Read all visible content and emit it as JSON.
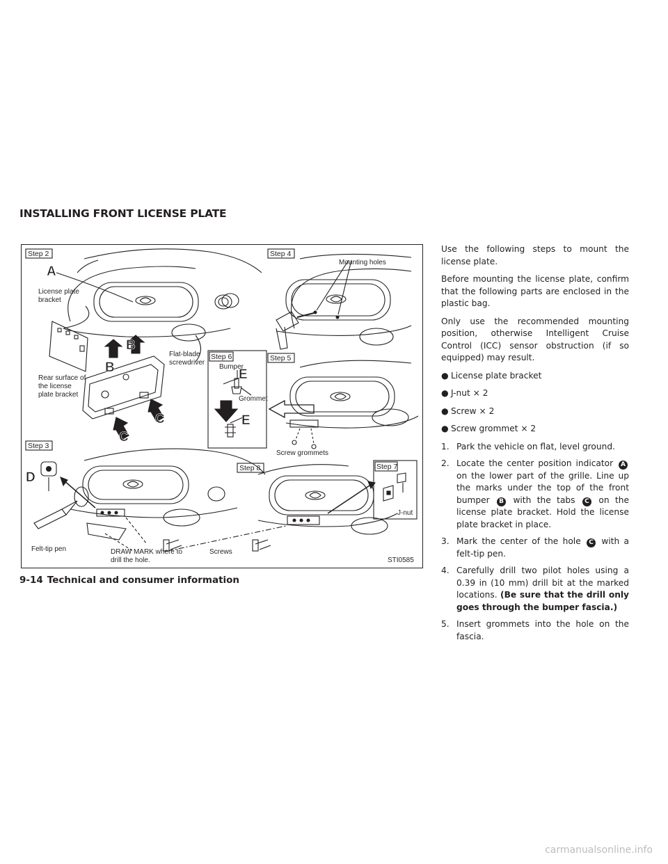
{
  "section_title": "INSTALLING FRONT LICENSE PLATE",
  "figure": {
    "steps": {
      "s2": "Step 2",
      "s3": "Step 3",
      "s4": "Step 4",
      "s5": "Step 5",
      "s6": "Step 6",
      "s7": "Step 7",
      "s8": "Step 8"
    },
    "callouts": {
      "a": "A",
      "b": "B",
      "c": "C",
      "d": "D",
      "e": "E"
    },
    "labels": {
      "license_plate_bracket_1": "License plate",
      "license_plate_bracket_2": "bracket",
      "rear_surface_1": "Rear surface of",
      "rear_surface_2": "the license",
      "rear_surface_3": "plate bracket",
      "flat_blade_1": "Flat-blade",
      "flat_blade_2": "screwdriver",
      "bumper": "Bumper",
      "grommet": "Grommet",
      "mounting_holes": "Mounting holes",
      "screw_grommets": "Screw grommets",
      "felt_tip_pen": "Felt-tip pen",
      "draw_mark_1": "DRAW MARK where to",
      "draw_mark_2": "drill the hole.",
      "screws": "Screws",
      "j_nut": "J-nut"
    },
    "figure_id": "STI0585"
  },
  "text": {
    "intro": "Use the following steps to mount the license plate.",
    "confirm": "Before mounting the license plate, confirm that the following parts are enclosed in the plastic bag.",
    "recommend": "Only use the recommended mounting position, otherwise Intelligent Cruise Control (ICC) sensor obstruction (if so equipped) may result.",
    "bullets": [
      "License plate bracket",
      "J-nut × 2",
      "Screw × 2",
      "Screw grommet × 2"
    ],
    "step1_num": "1.",
    "step1": "Park the vehicle on flat, level ground.",
    "step2_num": "2.",
    "step2_a": "Locate the center position indicator",
    "step2_b": "on the lower part of the grille. Line up the marks under the top of the front bumper",
    "step2_c": "with the tabs",
    "step2_d": "on the license plate bracket. Hold the license plate bracket in place.",
    "step3_num": "3.",
    "step3_a": "Mark the center of the hole",
    "step3_b": "with a felt-tip pen.",
    "step4_num": "4.",
    "step4_a": "Carefully drill two pilot holes using a 0.39 in (10 mm) drill bit at the marked locations.",
    "step4_bold": "(Be sure that the drill only goes through the bumper fascia.)",
    "step5_num": "5.",
    "step5": "Insert grommets into the hole on the fascia."
  },
  "footer": {
    "page": "9-14",
    "chapter": "Technical and consumer information"
  },
  "watermark": "carmanualsonline.info"
}
